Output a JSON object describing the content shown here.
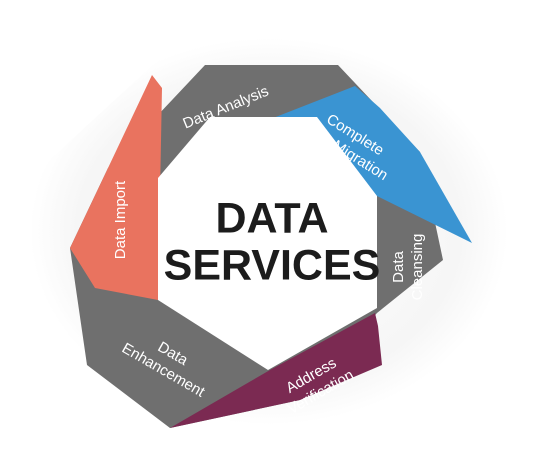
{
  "center": {
    "line1": "DATA",
    "line2": "SERVICES"
  },
  "segments": [
    {
      "lines": [
        "Data Analysis"
      ],
      "color": "#6f6f6f"
    },
    {
      "lines": [
        "Complete",
        "Data Migration"
      ],
      "color": "#3a94d2"
    },
    {
      "lines": [
        "Data",
        "Cleansing"
      ],
      "color": "#6f6f6f"
    },
    {
      "lines": [
        "Address",
        "Verification"
      ],
      "color": "#7b2a52"
    },
    {
      "lines": [
        "Data",
        "Enhancement"
      ],
      "color": "#6f6f6f"
    },
    {
      "lines": [
        "Data Import"
      ],
      "color": "#e9735f"
    }
  ]
}
